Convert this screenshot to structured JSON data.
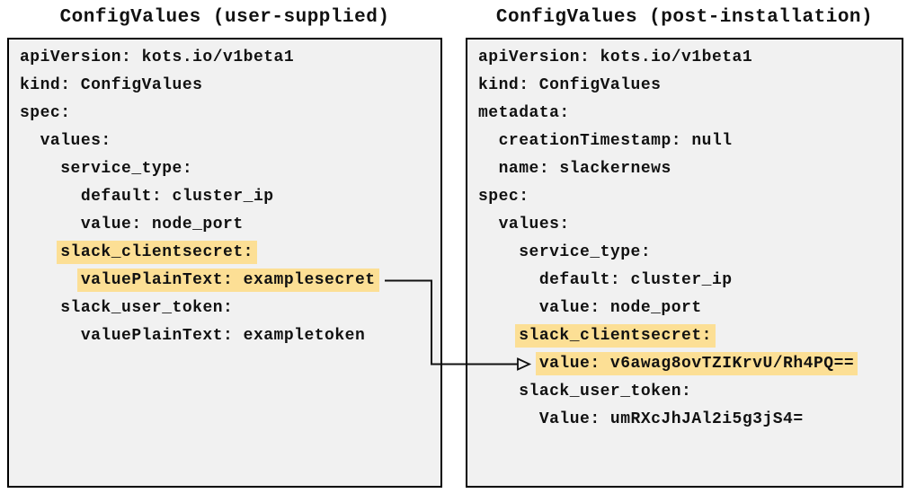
{
  "colors": {
    "page_bg": "#ffffff",
    "panel_bg": "#f1f1f1",
    "panel_border": "#000000",
    "highlight": "#fcdf95",
    "text": "#111111",
    "arrow": "#111111"
  },
  "panels": [
    {
      "title": "ConfigValues (user-supplied)",
      "lines": [
        {
          "indent": "",
          "text": "apiVersion: kots.io/v1beta1"
        },
        {
          "indent": "",
          "text": "kind: ConfigValues"
        },
        {
          "indent": "",
          "text": "spec:"
        },
        {
          "indent": "  ",
          "text": "values:"
        },
        {
          "indent": "    ",
          "text": "service_type:"
        },
        {
          "indent": "      ",
          "text": "default: cluster_ip"
        },
        {
          "indent": "      ",
          "text": "value: node_port"
        },
        {
          "indent": "    ",
          "text": "slack_clientsecret:",
          "highlighted": true
        },
        {
          "indent": "      ",
          "text": "valuePlainText: examplesecret",
          "highlighted": true
        },
        {
          "indent": "    ",
          "text": "slack_user_token:"
        },
        {
          "indent": "      ",
          "text": "valuePlainText: exampletoken"
        }
      ]
    },
    {
      "title": "ConfigValues (post-installation)",
      "lines": [
        {
          "indent": "",
          "text": "apiVersion: kots.io/v1beta1"
        },
        {
          "indent": "",
          "text": "kind: ConfigValues"
        },
        {
          "indent": "",
          "text": "metadata:"
        },
        {
          "indent": "  ",
          "text": "creationTimestamp: null"
        },
        {
          "indent": "  ",
          "text": "name: slackernews"
        },
        {
          "indent": "",
          "text": "spec:"
        },
        {
          "indent": "  ",
          "text": "values:"
        },
        {
          "indent": "    ",
          "text": "service_type:"
        },
        {
          "indent": "      ",
          "text": "default: cluster_ip"
        },
        {
          "indent": "      ",
          "text": "value: node_port"
        },
        {
          "indent": "    ",
          "text": "slack_clientsecret:",
          "highlighted": true
        },
        {
          "indent": "      ",
          "text": "value: v6awag8ovTZIKrvU/Rh4PQ==",
          "highlighted": true
        },
        {
          "indent": "    ",
          "text": "slack_user_token:"
        },
        {
          "indent": "      ",
          "text": "Value: umRXcJhJAl2i5g3jS4="
        }
      ]
    }
  ],
  "connector": {
    "from_text": "valuePlainText: examplesecret",
    "to_text": "value: v6awag8ovTZIKrvU/Rh4PQ=="
  }
}
